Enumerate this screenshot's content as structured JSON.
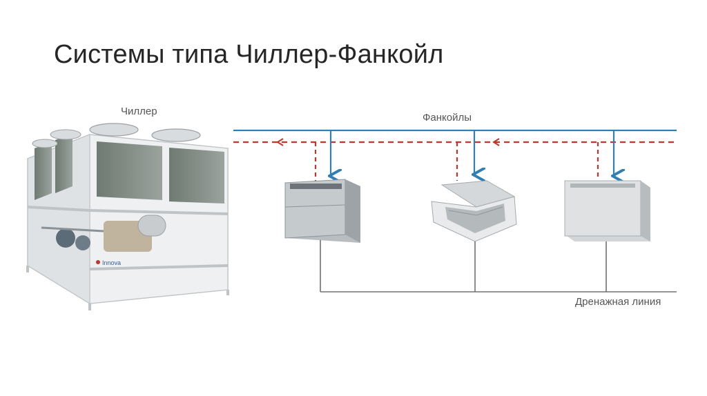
{
  "slide": {
    "title": "Системы типа Чиллер-Фанкойл"
  },
  "diagram": {
    "labels": {
      "chiller": "Чиллер",
      "fancoils": "Фанкойлы",
      "drain_line": "Дренажная линия"
    },
    "colors": {
      "supply_line": "#2f7fb5",
      "return_line": "#c0362c",
      "drain_line": "#707070",
      "unit_body": "#c9ccce",
      "unit_shadow": "#9ea3a6"
    },
    "units": [
      {
        "name": "fancoil-ducted",
        "kind": "ducted"
      },
      {
        "name": "fancoil-cassette",
        "kind": "cassette"
      },
      {
        "name": "fancoil-floor",
        "kind": "floor-console"
      }
    ]
  }
}
